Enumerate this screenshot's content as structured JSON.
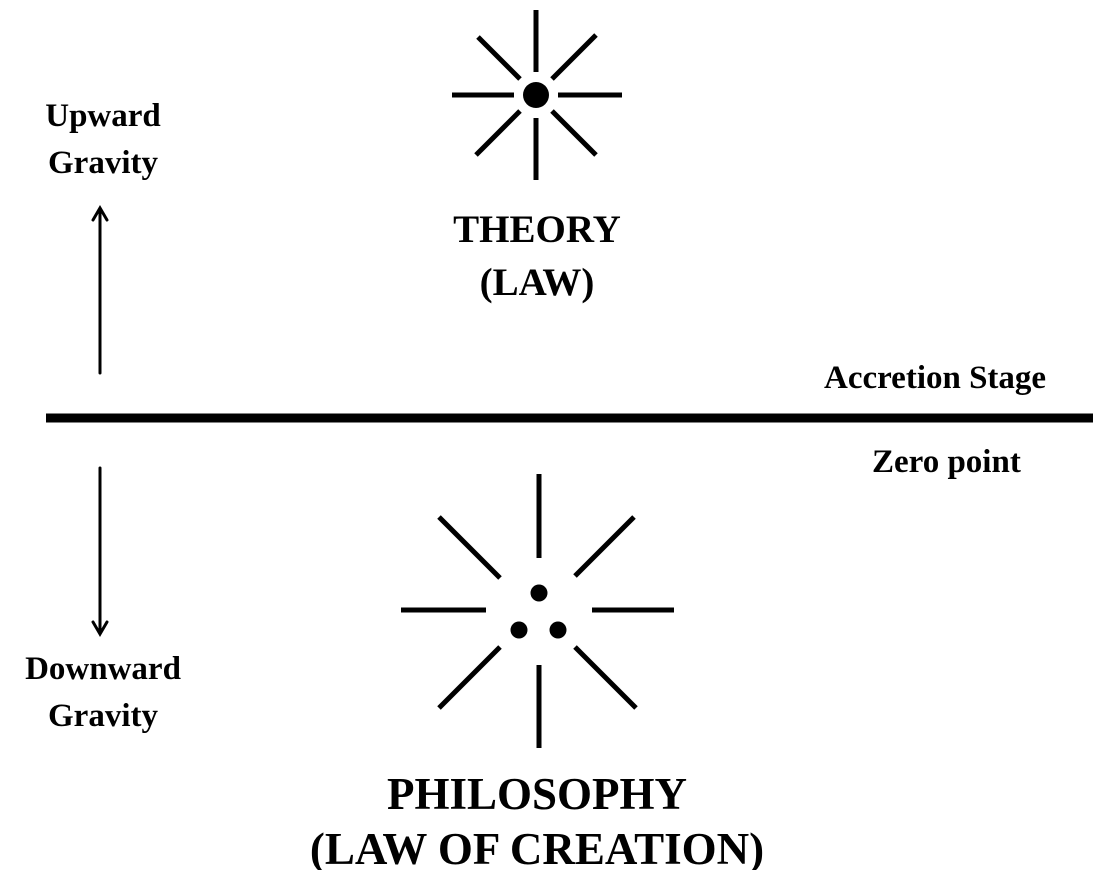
{
  "labels": {
    "upward_line1": "Upward",
    "upward_line2": "Gravity",
    "downward_line1": "Downward",
    "downward_line2": "Gravity",
    "theory_line1": "THEORY",
    "theory_line2": "(LAW)",
    "accretion": "Accretion Stage",
    "zero_point": "Zero point",
    "philosophy_line1": "PHILOSOPHY",
    "philosophy_line2": "(LAW OF CREATION)"
  },
  "colors": {
    "ink": "#000000",
    "background": "#ffffff"
  },
  "icons": {
    "theory": "sunburst-single-dot-icon",
    "philosophy": "sunburst-three-dot-icon",
    "up": "arrow-up-icon",
    "down": "arrow-down-icon"
  }
}
